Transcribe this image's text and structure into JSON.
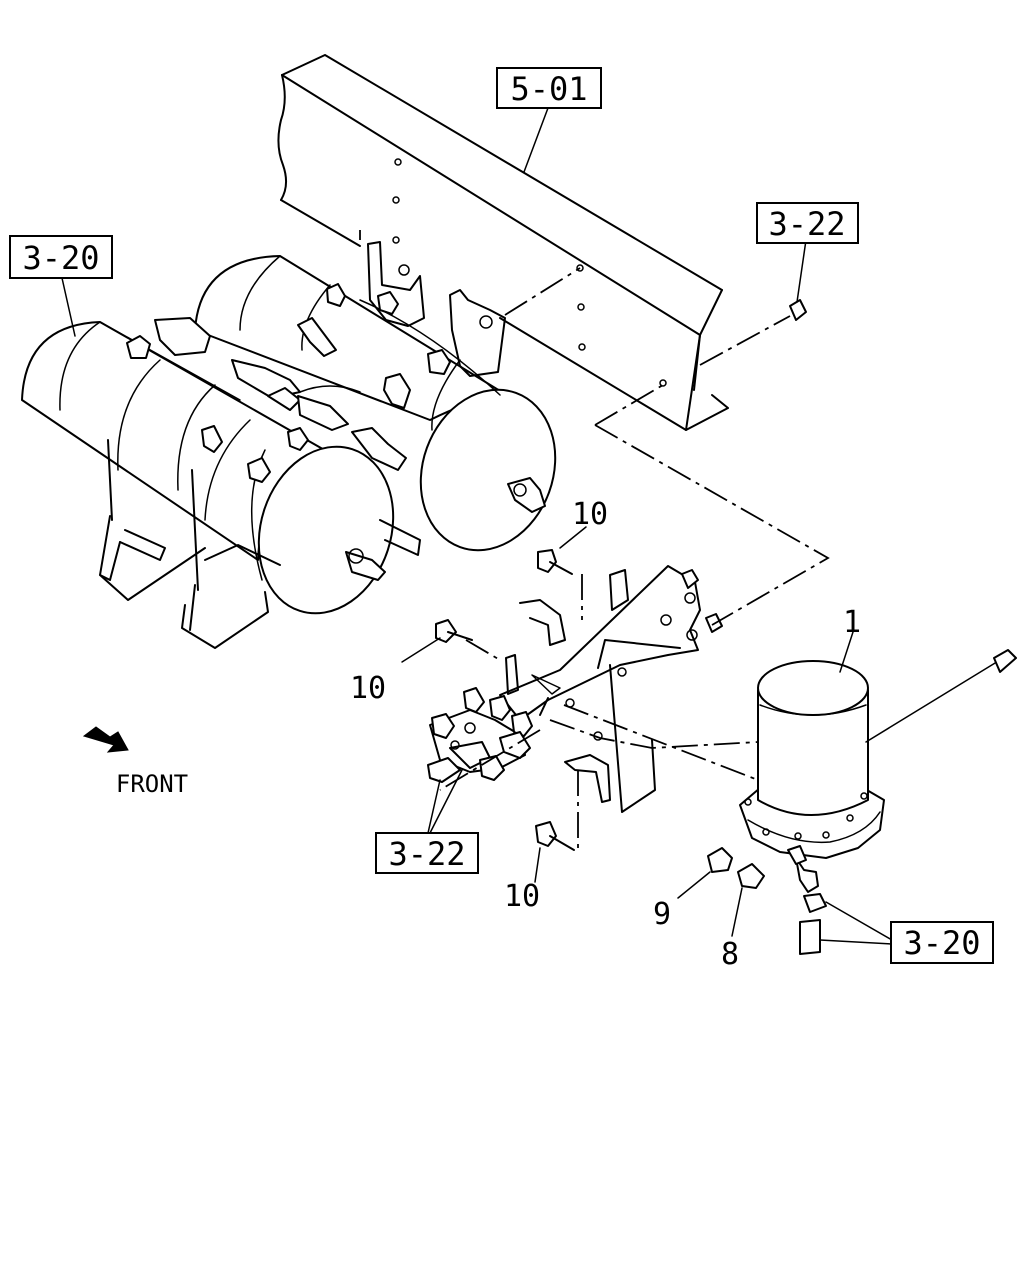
{
  "diagram": {
    "references": {
      "frame": "5-01",
      "tanks": "3-20",
      "bolt": "3-22",
      "valve": "3-22",
      "fitting": "3-20"
    },
    "parts": {
      "dryer": "1",
      "bolt_upper": "10",
      "bolt_left": "10",
      "bolt_lower": "10",
      "fitting_9": "9",
      "fitting_8": "8"
    },
    "orientation": "FRONT"
  }
}
